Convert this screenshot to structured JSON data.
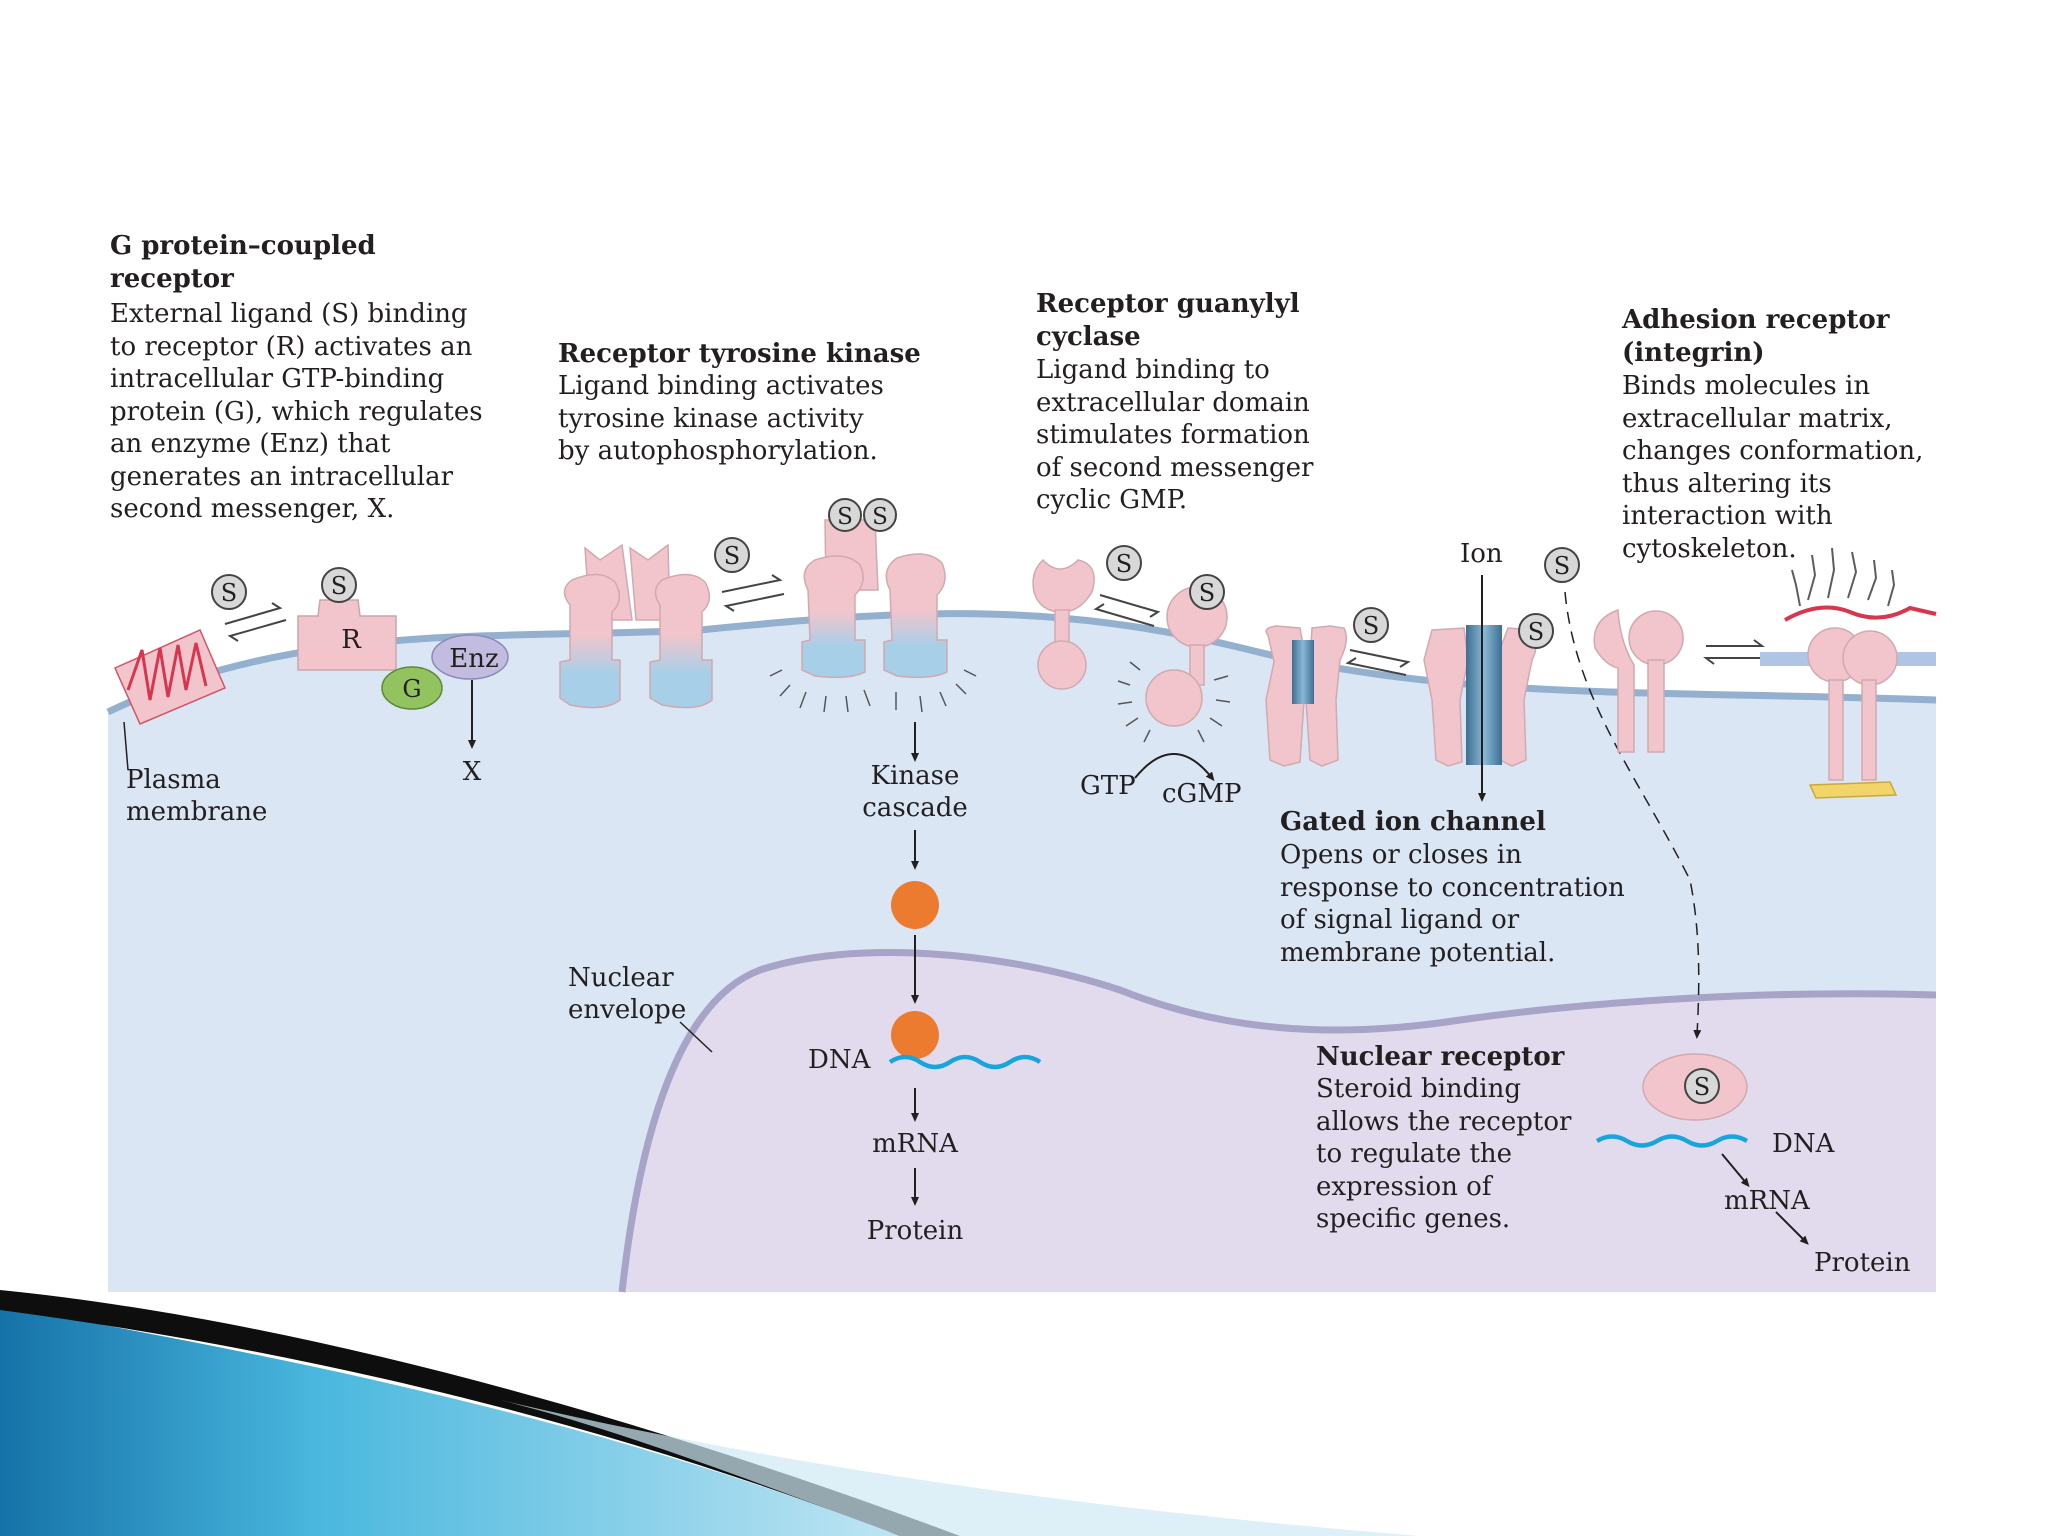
{
  "panels": {
    "gpcr": {
      "title": "G protein–coupled\nreceptor",
      "desc": "External ligand (S) binding\nto receptor (R) activates an\nintracellular GTP-binding\nprotein (G), which regulates\nan enzyme (Enz) that\ngenerates an intracellular\nsecond messenger, X."
    },
    "rtk": {
      "title": "Receptor tyrosine kinase",
      "desc": "Ligand binding activates\ntyrosine kinase activity\nby autophosphorylation."
    },
    "guanylyl": {
      "title": "Receptor guanylyl\ncyclase",
      "desc": "Ligand binding to\nextracellular domain\nstimulates formation\nof second messenger\ncyclic GMP."
    },
    "integrin": {
      "title": "Adhesion receptor\n(integrin)",
      "desc": "Binds molecules in\nextracellular matrix,\nchanges conformation,\nthus altering its\ninteraction with\ncytoskeleton."
    },
    "ion_channel": {
      "title": "Gated ion channel",
      "desc": "Opens or closes in\nresponse to concentration\nof signal ligand or\nmembrane potential."
    },
    "nuclear_receptor": {
      "title": "Nuclear receptor",
      "desc": "Steroid binding\nallows the receptor\nto regulate the\nexpression of\nspecific genes."
    }
  },
  "labels": {
    "ligand": "S",
    "receptor": "R",
    "g_protein": "G",
    "enzyme": "Enz",
    "second_messenger": "X",
    "plasma_membrane": "Plasma\nmembrane",
    "kinase_cascade": "Kinase\ncascade",
    "gtp": "GTP",
    "cgmp": "cGMP",
    "ion": "Ion",
    "nuclear_envelope": "Nuclear\nenvelope",
    "dna": "DNA",
    "mrna": "mRNA",
    "protein": "Protein"
  },
  "colors": {
    "cytoplasm": "#dbe6f5",
    "nucleus": "#e2dbee",
    "membrane": "#93b0cf",
    "nuclear_envelope": "#a7a4c8",
    "receptor_pink": "#f2c5cc",
    "receptor_blue": "#a7cfe8",
    "g_protein_green": "#93c35f",
    "enzyme_lilac": "#c2bde0",
    "kinase_orange": "#ec7a2f",
    "dna_cyan": "#19a5dc",
    "ion_channel_blue": "#6093b5",
    "slide_accent": "#1d8dbf"
  }
}
